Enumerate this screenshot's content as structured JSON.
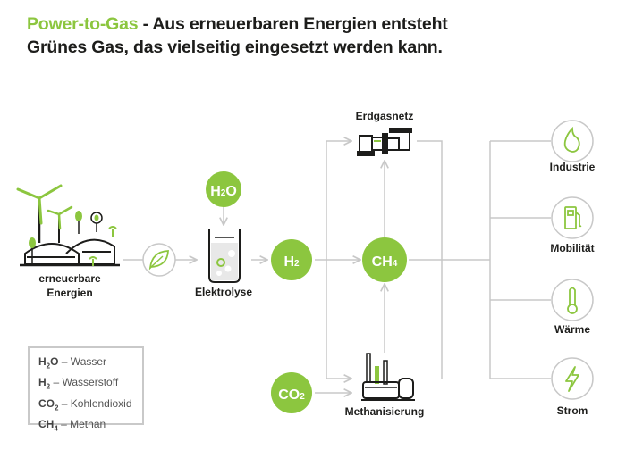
{
  "title": {
    "highlight": "Power-to-Gas",
    "rest": " - Aus erneuerbaren Energien entsteht Grünes Gas, das vielseitig eingesetzt werden kann."
  },
  "nodes": {
    "renewables": "erneuerbare Energien",
    "electrolysis": "Elektrolyse",
    "gas_grid": "Erdgasnetz",
    "methanation": "Methanisierung"
  },
  "molecules": {
    "h2o": {
      "main": "H",
      "sub": "2",
      "tail": "O"
    },
    "h2": {
      "main": "H",
      "sub": "2",
      "tail": ""
    },
    "ch4": {
      "main": "CH",
      "sub": "4",
      "tail": ""
    },
    "co2": {
      "main": "CO",
      "sub": "2",
      "tail": ""
    }
  },
  "uses": [
    "Industrie",
    "Mobilität",
    "Wärme",
    "Strom"
  ],
  "legend": [
    {
      "formula": "H",
      "sub": "2",
      "tail": "O",
      "text": " – Wasser"
    },
    {
      "formula": "H",
      "sub": "2",
      "tail": "",
      "text": " – Wasserstoff"
    },
    {
      "formula": "CO",
      "sub": "2",
      "tail": "",
      "text": " – Kohlendioxid"
    },
    {
      "formula": "CH",
      "sub": "4",
      "tail": "",
      "text": " – Methan"
    }
  ],
  "colors": {
    "green": "#8cc63f",
    "dark": "#1d1d1b",
    "line": "#c8c8c8"
  },
  "icons": [
    "wind-turbine-icon",
    "biogas-plant-icon",
    "leaf-icon",
    "electrolysis-tank-icon",
    "gas-pipe-icon",
    "methanation-plant-icon",
    "flame-icon",
    "fuel-pump-icon",
    "thermometer-icon",
    "lightning-icon"
  ]
}
